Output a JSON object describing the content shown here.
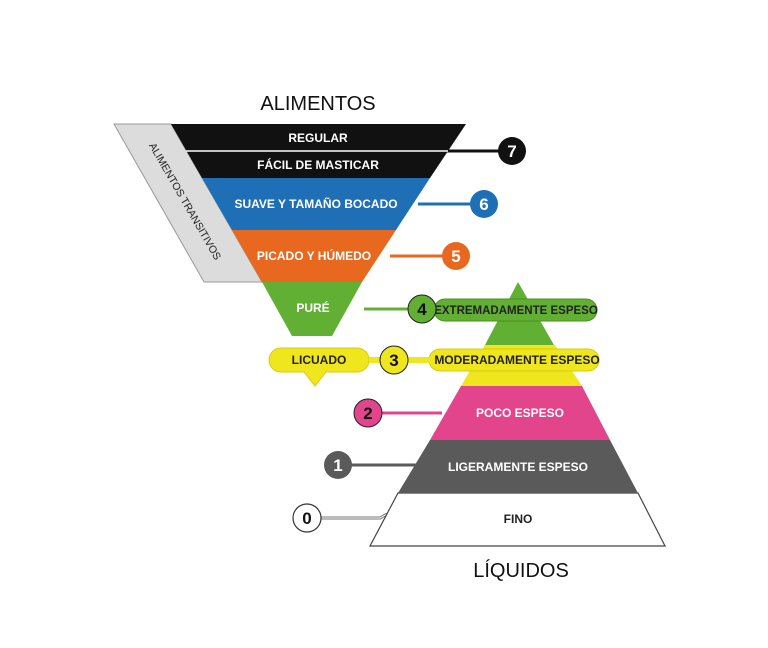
{
  "titles": {
    "top": "ALIMENTOS",
    "bottom": "LÍQUIDOS",
    "side": "ALIMENTOS TRANSITIVOS"
  },
  "colors": {
    "level7": "#111111",
    "level6": "#1f6fb7",
    "level5": "#e8681f",
    "level4": "#62b033",
    "level3": "#f0e61d",
    "level2": "#e2458c",
    "level1": "#5a5a5a",
    "level0": "#ffffff",
    "transitional_band": "#dcdcdc"
  },
  "food_levels": [
    {
      "level": "7",
      "label_top": "REGULAR",
      "label_bottom": "FÁCIL DE MASTICAR"
    },
    {
      "level": "6",
      "label": "SUAVE Y TAMAÑO BOCADO"
    },
    {
      "level": "5",
      "label": "PICADO Y HÚMEDO"
    },
    {
      "level": "4",
      "label": "PURÉ"
    },
    {
      "level": "3",
      "label": "LICUADO"
    }
  ],
  "drink_levels": [
    {
      "level": "4",
      "label": "EXTREMADAMENTE ESPESO"
    },
    {
      "level": "3",
      "label": "MODERADAMENTE ESPESO"
    },
    {
      "level": "2",
      "label": "POCO ESPESO"
    },
    {
      "level": "1",
      "label": "LIGERAMENTE ESPESO"
    },
    {
      "level": "0",
      "label": "FINO"
    }
  ]
}
